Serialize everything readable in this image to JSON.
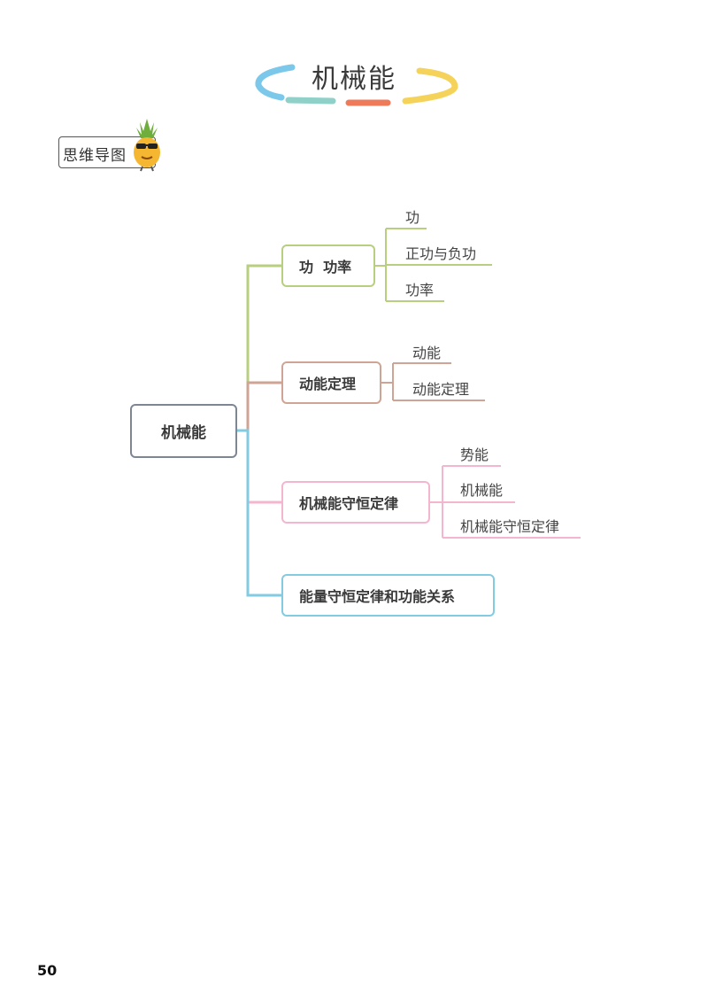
{
  "header": {
    "title": "机械能",
    "colors": {
      "left_arc": "#7cc8ea",
      "bottom_left": "#8fd1c8",
      "bottom_mid": "#ef7a5a",
      "right_arc": "#f5d35a"
    }
  },
  "badge": {
    "label": "思维导图",
    "mascot": "pineapple-with-sunglasses-icon"
  },
  "mindmap": {
    "root": {
      "label": "机械能",
      "color": "#7d8794"
    },
    "branches": [
      {
        "label": "功  功率",
        "color": "#b7cf7e",
        "children": [
          "功",
          "正功与负功",
          "功率"
        ]
      },
      {
        "label": "动能定理",
        "color": "#cfa494",
        "children": [
          "动能",
          "动能定理"
        ]
      },
      {
        "label": "机械能守恒定律",
        "color": "#f4b6cf",
        "children": [
          "势能",
          "机械能",
          "机械能守恒定律"
        ]
      },
      {
        "label": "能量守恒定律和功能关系",
        "color": "#83cbe0",
        "children": []
      }
    ]
  },
  "page_number": "50"
}
